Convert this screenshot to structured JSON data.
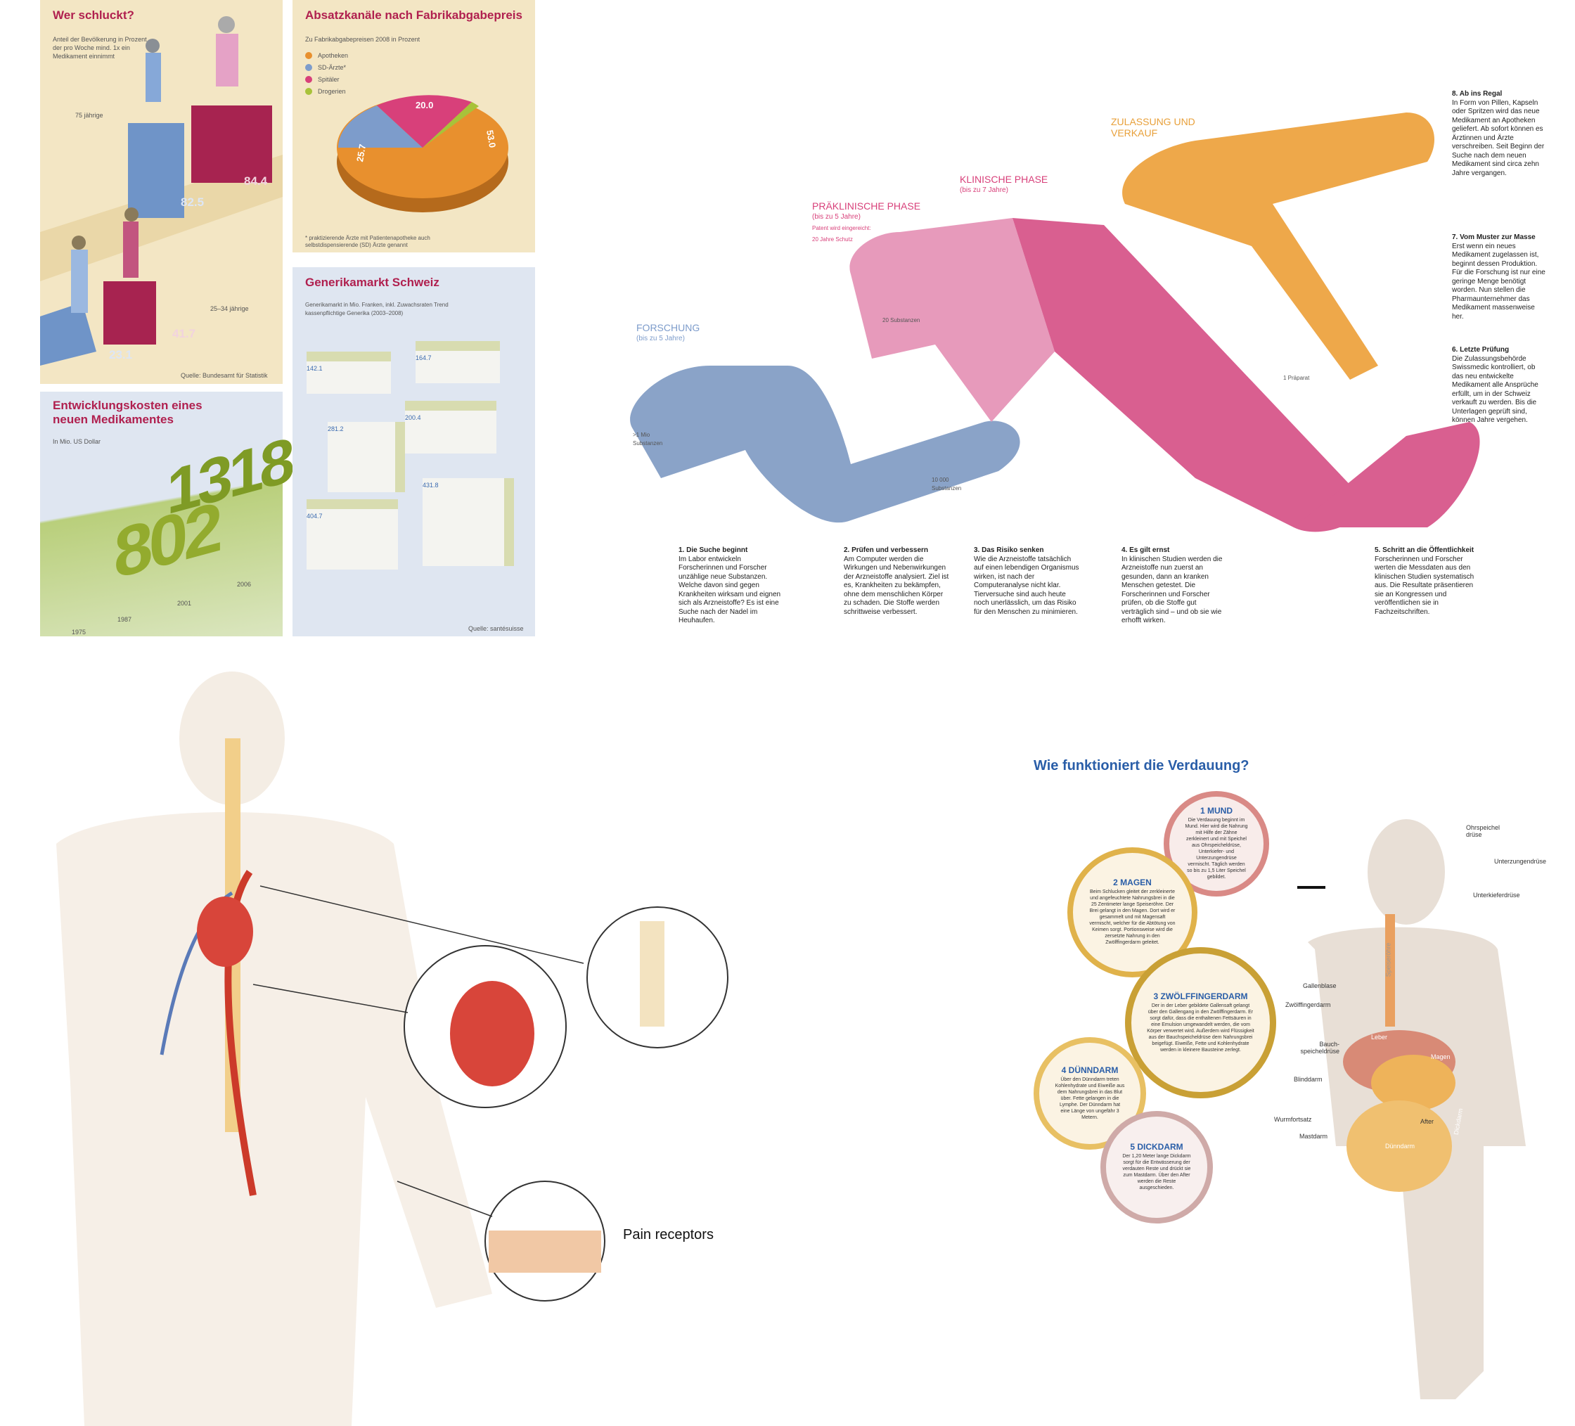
{
  "wer_schluckt": {
    "title": "Wer schluckt?",
    "subtitle": "Anteil der Bevölkerung in Prozent, der pro Woche mind. 1x ein Medikament einnimmt",
    "group_old": "75 jährige",
    "group_young": "25–34 jährige",
    "values": {
      "old_men": "82.5",
      "old_women": "84.4",
      "young_men": "23.1",
      "young_women": "41.7"
    },
    "source": "Quelle: Bundesamt für Statistik"
  },
  "absatz": {
    "title": "Absatzkanäle nach Fabrikabgabepreis",
    "subtitle": "Zu Fabrikabgabepreisen 2008 in Prozent",
    "legend": [
      {
        "label": "Apotheken",
        "color": "#e8902e"
      },
      {
        "label": "SD-Ärzte*",
        "color": "#7d9ccb"
      },
      {
        "label": "Spitäler",
        "color": "#d8407a"
      },
      {
        "label": "Drogerien",
        "color": "#a8c23a"
      }
    ],
    "values": {
      "apotheken": "53.0",
      "sd": "25.7",
      "spitaeler": "20.0"
    },
    "footnote": "* praktizierende Ärzte mit Patientenapotheke auch selbstdispensierende (SD) Ärzte genannt"
  },
  "entwicklung": {
    "title": "Entwicklungskosten eines neuen Medikamentes",
    "subtitle": "In Mio. US Dollar",
    "values": [
      "802",
      "1318"
    ],
    "years": [
      "1975",
      "1987",
      "2001",
      "2006"
    ]
  },
  "generika": {
    "title": "Generikamarkt Schweiz",
    "subtitle": "Generikamarkt in Mio. Franken, inkl. Zuwachsraten Trend kassenpflichtige Generika (2003–2008)",
    "values": [
      "142.1",
      "164.7",
      "200.4",
      "281.2",
      "404.7",
      "431.8"
    ],
    "source": "Quelle: santésuisse"
  },
  "flow": {
    "phases": [
      {
        "name": "FORSCHUNG",
        "sub": "(bis zu 5 Jahre)",
        "color": "#8aa3c8"
      },
      {
        "name": "PRÄKLINISCHE PHASE",
        "sub": "(bis zu 5 Jahre)",
        "note1": "Patent wird eingereicht:",
        "note2": "20 Jahre Schutz",
        "color": "#d8508a"
      },
      {
        "name": "KLINISCHE PHASE",
        "sub": "(bis zu 7 Jahre)",
        "color": "#d8508a"
      },
      {
        "name": "ZULASSUNG UND VERKAUF",
        "color": "#e8a03a"
      }
    ],
    "counts": {
      "c1": ">1 Mio Substanzen",
      "c2": "10 000 Substanzen",
      "c3": "20 Substanzen",
      "c4": "1 Präparat"
    },
    "steps": [
      {
        "title": "1. Die Suche beginnt",
        "text": "Im Labor entwickeln Forscherinnen und Forscher unzählige neue Substanzen. Welche davon sind gegen Krankheiten wirksam und eignen sich als Arzneistoffe? Es ist eine Suche nach der Nadel im Heuhaufen."
      },
      {
        "title": "2. Prüfen und verbessern",
        "text": "Am Computer werden die Wirkungen und Nebenwirkungen der Arzneistoffe analysiert. Ziel ist es, Krankheiten zu bekämpfen, ohne dem menschlichen Körper zu schaden. Die Stoffe werden schrittweise verbessert."
      },
      {
        "title": "3. Das Risiko senken",
        "text": "Wie die Arzneistoffe tatsächlich auf einen lebendigen Organismus wirken, ist nach der Computeranalyse nicht klar. Tierversuche sind auch heute noch unerlässlich, um das Risiko für den Menschen zu minimieren."
      },
      {
        "title": "4. Es gilt ernst",
        "text": "In klinischen Studien werden die Arzneistoffe nun zuerst an gesunden, dann an kranken Menschen getestet. Die Forscherinnen und Forscher prüfen, ob die Stoffe gut verträglich sind – und ob sie wie erhofft wirken."
      },
      {
        "title": "5. Schritt an die Öffentlichkeit",
        "text": "Forscherinnen und Forscher werten die Messdaten aus den klinischen Studien systematisch aus. Die Resultate präsentieren sie an Kongressen und veröffentlichen sie in Fachzeitschriften."
      },
      {
        "title": "6. Letzte Prüfung",
        "text": "Die Zulassungsbehörde Swissmedic kontrolliert, ob das neu entwickelte Medikament alle Ansprüche erfüllt, um in der Schweiz verkauft zu werden. Bis die Unterlagen geprüft sind, können Jahre vergehen."
      },
      {
        "title": "7. Vom Muster zur Masse",
        "text": "Erst wenn ein neues Medikament zugelassen ist, beginnt dessen Produktion. Für die Forschung ist nur eine geringe Menge benötigt worden. Nun stellen die Pharmaunternehmer das Medikament massenweise her."
      },
      {
        "title": "8. Ab ins Regal",
        "text": "In Form von Pillen, Kapseln oder Spritzen wird das neue Medikament an Apotheken geliefert. Ab sofort können es Ärztinnen und Ärzte verschreiben. Seit Beginn der Suche nach dem neuen Medikament sind circa zehn Jahre vergangen."
      }
    ]
  },
  "nerves": {
    "label": "Pain receptors"
  },
  "verdauung": {
    "title": "Wie funktioniert die Verdauung?",
    "circles": [
      {
        "num": "1",
        "name": "MUND",
        "text": "Die Verdauung beginnt im Mund. Hier wird die Nahrung mit Hilfe der Zähne zerkleinert und mit Speichel aus Ohrspeicheldrüse, Unterkiefer- und Unterzungendrüse vermischt. Täglich werden so bis zu 1,5 Liter Speichel gebildet."
      },
      {
        "num": "2",
        "name": "MAGEN",
        "text": "Beim Schlucken gleitet der zerkleinerte und angefeuchtete Nahrungsbrei in die 25 Zentimeter lange Speiseröhre. Der Brei gelangt in den Magen. Dort wird er gesammelt und mit Magensaft vermischt, welcher für die Abtötung von Keimen sorgt. Portionsweise wird die zersetzte Nahrung in den Zwölffingerdarm geleitet."
      },
      {
        "num": "3",
        "name": "ZWÖLFFINGERDARM",
        "text": "Der in der Leber gebildete Gallensaft gelangt über den Gallengang in den Zwölffingerdarm. Er sorgt dafür, dass die enthaltenen Fettsäuren in eine Emulsion umgewandelt werden, die vom Körper verwertet wird. Außerdem wird Flüssigkeit aus der Bauchspeicheldrüse dem Nahrungsbrei beigefügt. Eiweiße, Fette und Kohlenhydrate werden in kleinere Bausteine zerlegt."
      },
      {
        "num": "4",
        "name": "DÜNNDARM",
        "text": "Über den Dünndarm treten Kohlenhydrate und Eiweiße aus dem Nahrungsbrei in das Blut über. Fette gelangen in die Lymphe. Der Dünndarm hat eine Länge von ungefähr 3 Metern."
      },
      {
        "num": "5",
        "name": "DICKDARM",
        "text": "Der 1,20 Meter lange Dickdarm sorgt für die Entwässerung der verdauten Reste und drückt sie zum Mastdarm. Über den After werden die Reste ausgeschieden."
      }
    ],
    "organs": {
      "ohr": "Ohrspeichel drüse",
      "unterzungen": "Unterzungendrüse",
      "unterkiefer": "Unterkieferdrüse",
      "gallenblase": "Gallenblase",
      "zwoelf": "Zwölffingerdarm",
      "bauch": "Bauch- speicheldrüse",
      "blind": "Blinddarm",
      "wurm": "Wurmfortsatz",
      "mast": "Mastdarm",
      "after": "After",
      "speise": "Speiseröhre",
      "leber": "Leber",
      "magen": "Magen",
      "dick": "Dickdarm",
      "duenn": "Dünndarm"
    }
  }
}
